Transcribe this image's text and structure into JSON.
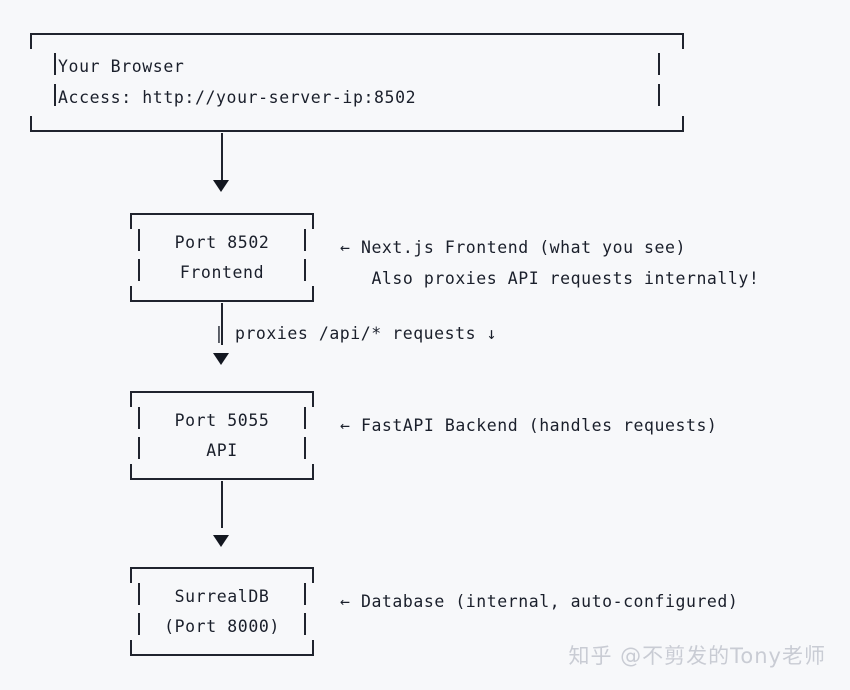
{
  "diagram": {
    "title": "Deployment architecture (ASCII flow diagram)",
    "background_color": "#f7f8fa",
    "ink_color": "#1a1f2b",
    "boxes": [
      {
        "id": "browser",
        "line1": "Your Browser",
        "line2": "Access: http://your-server-ip:8502",
        "align": "left"
      },
      {
        "id": "frontend",
        "line1": "Port 8502",
        "line2": "Frontend",
        "align": "center"
      },
      {
        "id": "api",
        "line1": "Port 5055",
        "line2": "API",
        "align": "center"
      },
      {
        "id": "db",
        "line1": "SurrealDB",
        "line2": "(Port 8000)",
        "align": "center"
      }
    ],
    "annotations": {
      "frontend_line1": "← Next.js Frontend (what you see)",
      "frontend_line2": "   Also proxies API requests internally!",
      "api_line1": "← FastAPI Backend (handles requests)",
      "db_line1": "← Database (internal, auto-configured)"
    },
    "connector_labels": {
      "frontend_to_api": "| proxies /api/* requests ↓"
    },
    "arrows": [
      {
        "id": "browser-to-frontend",
        "direction": "down"
      },
      {
        "id": "frontend-to-api",
        "direction": "down"
      },
      {
        "id": "api-to-db",
        "direction": "down"
      }
    ]
  },
  "watermark": {
    "text": "知乎 @不剪发的Tony老师",
    "color": "#c9ccd4"
  }
}
